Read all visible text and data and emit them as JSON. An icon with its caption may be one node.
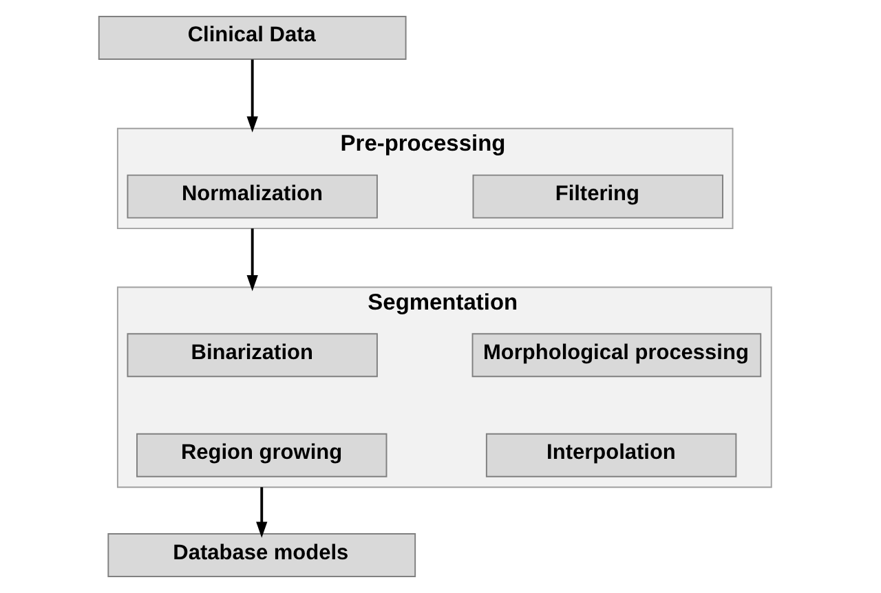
{
  "diagram": {
    "nodes": [
      {
        "text": [
          "Clinical Data"
        ]
      },
      {
        "text": [
          "Pre-processing"
        ]
      },
      {
        "text": [
          "Normalization"
        ],
        "in": 1
      },
      {
        "text": [
          "Filtering"
        ],
        "in": 1
      },
      {
        "text": [
          "Segmentation"
        ]
      },
      {
        "text": [
          "Binarization"
        ],
        "in": 4
      },
      {
        "text": [
          "Morphological processing"
        ],
        "in": 4
      },
      {
        "text": [
          "Region growing"
        ],
        "in": 4
      },
      {
        "text": [
          "Interpolation"
        ],
        "in": 4
      },
      {
        "text": [
          "Database models"
        ]
      }
    ],
    "edges": [
      {
        "from": 0,
        "to": 1,
        "arrow": "to"
      },
      {
        "from": 1,
        "to": 4,
        "arrow": "to"
      },
      {
        "from": 4,
        "to": 9,
        "arrow": "to"
      }
    ]
  }
}
